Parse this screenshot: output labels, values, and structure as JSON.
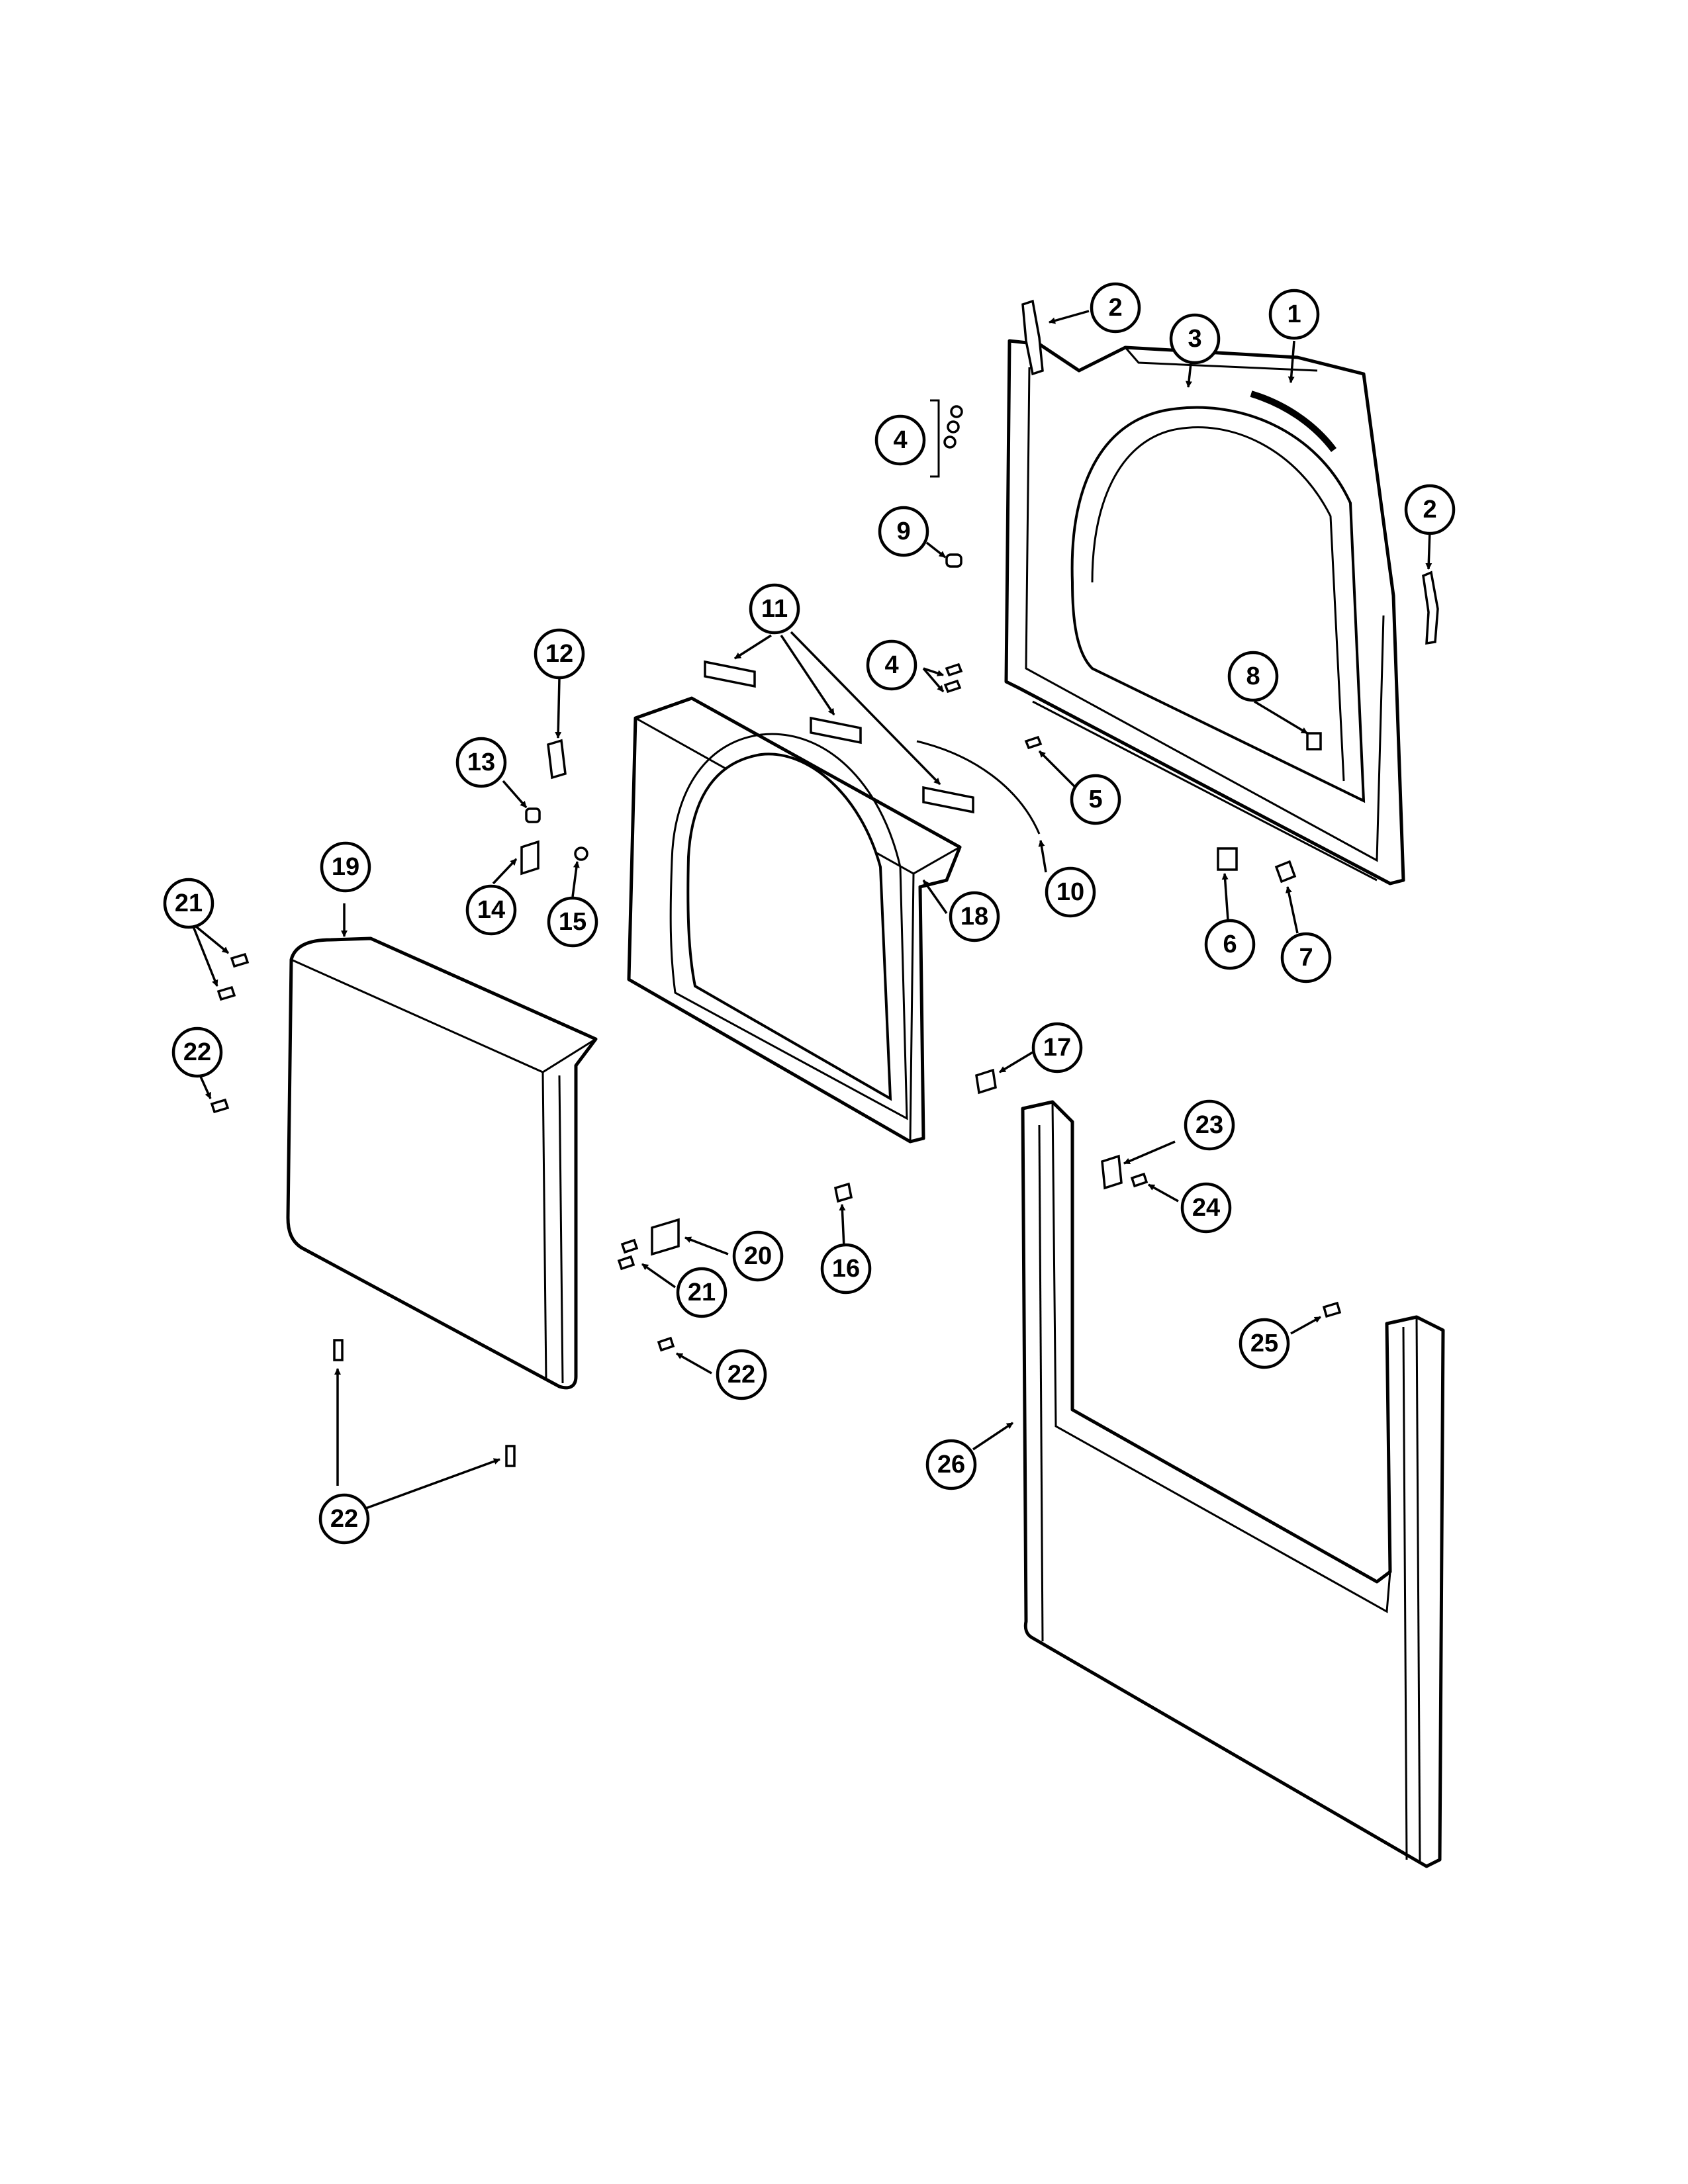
{
  "callouts": [
    {
      "id": "c1",
      "label": "1"
    },
    {
      "id": "c2a",
      "label": "2"
    },
    {
      "id": "c2b",
      "label": "2"
    },
    {
      "id": "c3",
      "label": "3"
    },
    {
      "id": "c4a",
      "label": "4"
    },
    {
      "id": "c4b",
      "label": "4"
    },
    {
      "id": "c5",
      "label": "5"
    },
    {
      "id": "c6",
      "label": "6"
    },
    {
      "id": "c7",
      "label": "7"
    },
    {
      "id": "c8",
      "label": "8"
    },
    {
      "id": "c9",
      "label": "9"
    },
    {
      "id": "c10",
      "label": "10"
    },
    {
      "id": "c11",
      "label": "11"
    },
    {
      "id": "c12",
      "label": "12"
    },
    {
      "id": "c13",
      "label": "13"
    },
    {
      "id": "c14",
      "label": "14"
    },
    {
      "id": "c15",
      "label": "15"
    },
    {
      "id": "c16",
      "label": "16"
    },
    {
      "id": "c17",
      "label": "17"
    },
    {
      "id": "c18",
      "label": "18"
    },
    {
      "id": "c19",
      "label": "19"
    },
    {
      "id": "c20",
      "label": "20"
    },
    {
      "id": "c21a",
      "label": "21"
    },
    {
      "id": "c21b",
      "label": "21"
    },
    {
      "id": "c22a",
      "label": "22"
    },
    {
      "id": "c22b",
      "label": "22"
    },
    {
      "id": "c22c",
      "label": "22"
    },
    {
      "id": "c23",
      "label": "23"
    },
    {
      "id": "c24",
      "label": "24"
    },
    {
      "id": "c25",
      "label": "25"
    },
    {
      "id": "c26",
      "label": "26"
    }
  ]
}
